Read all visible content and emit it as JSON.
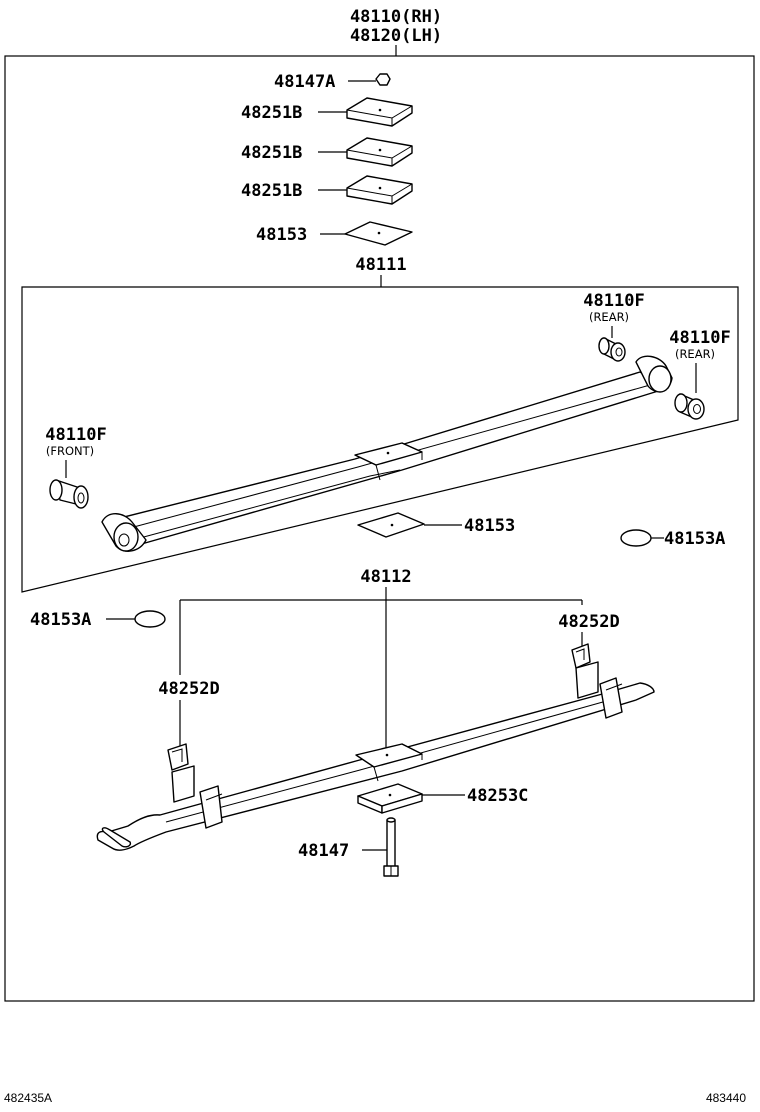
{
  "header": {
    "part_rh": "48110(RH)",
    "part_lh": "48120(LH)"
  },
  "labels": {
    "p48147A": "48147A",
    "p48251B_1": "48251B",
    "p48251B_2": "48251B",
    "p48251B_3": "48251B",
    "p48153_top": "48153",
    "p48111": "48111",
    "p48110F_rear1": "48110F",
    "rear1_note": "(REAR)",
    "p48110F_rear2": "48110F",
    "rear2_note": "(REAR)",
    "p48110F_front": "48110F",
    "front_note": "(FRONT)",
    "p48153_mid": "48153",
    "p48153A_right": "48153A",
    "p48112": "48112",
    "p48153A_left": "48153A",
    "p48252D_right": "48252D",
    "p48252D_left": "48252D",
    "p48253C": "48253C",
    "p48147": "48147"
  },
  "footer": {
    "left_code": "482435A",
    "right_code": "483440"
  }
}
